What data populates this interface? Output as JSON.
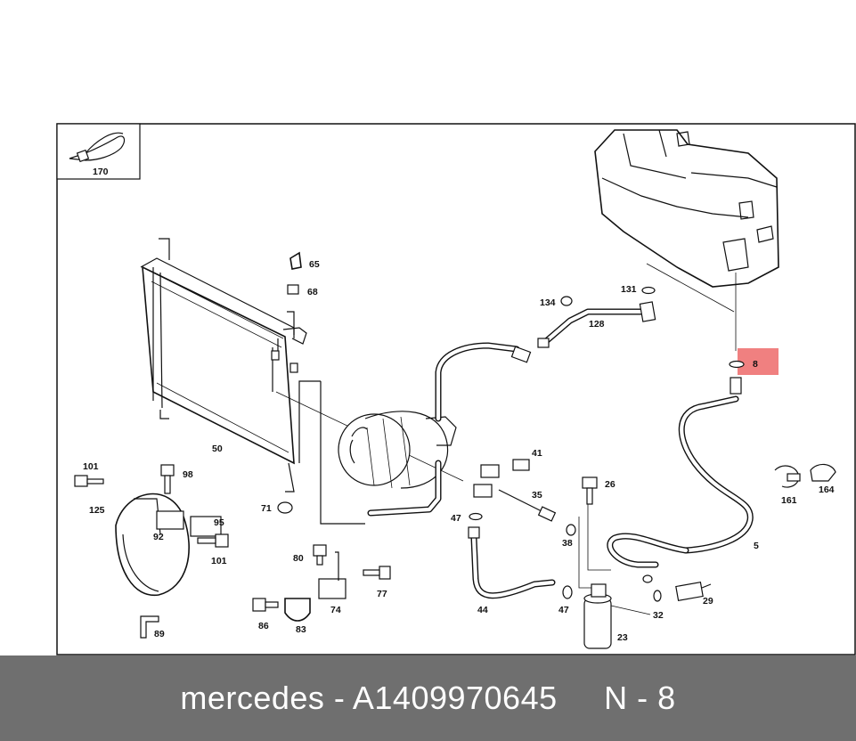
{
  "diagram": {
    "callouts": {
      "p170": "170",
      "p65": "65",
      "p68": "68",
      "p134": "134",
      "p131": "131",
      "p128": "128",
      "p8": "8",
      "p50": "50",
      "p41": "41",
      "p35": "35",
      "p101a": "101",
      "p98": "98",
      "p125": "125",
      "p95": "95",
      "p92": "92",
      "p101b": "101",
      "p71": "71",
      "p47a": "47",
      "p26": "26",
      "p38": "38",
      "p161": "161",
      "p164": "164",
      "p5": "5",
      "p80": "80",
      "p77": "77",
      "p74": "74",
      "p86": "86",
      "p83": "83",
      "p89": "89",
      "p44": "44",
      "p47b": "47",
      "p32": "32",
      "p29": "29",
      "p23": "23"
    },
    "highlight_color": "#f08080"
  },
  "footer": {
    "text": "mercedes - A1409970645     N - 8"
  }
}
